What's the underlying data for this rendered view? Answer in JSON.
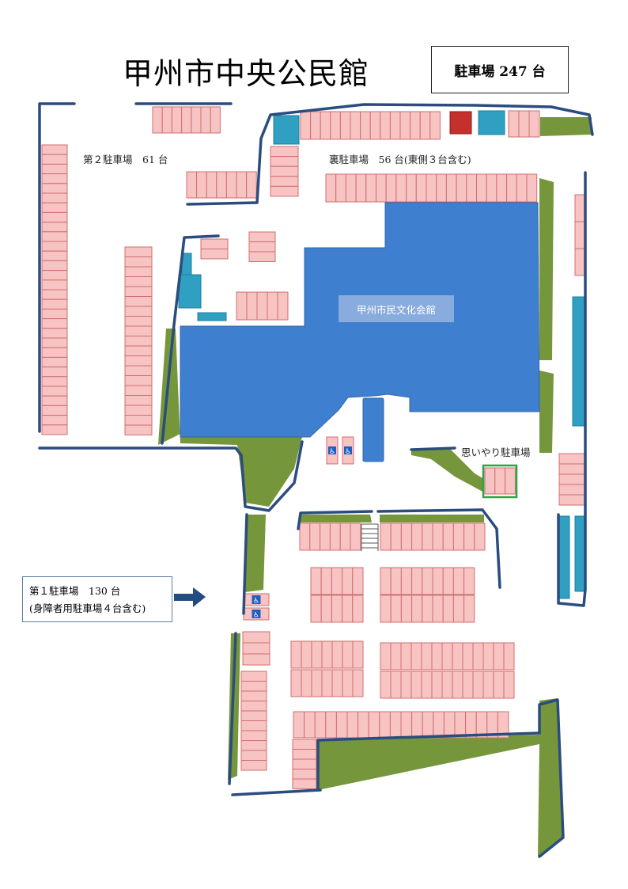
{
  "title": "甲州市中央公民館",
  "total_parking": "駐車場 247 台",
  "hall": {
    "label": "甲州市民文化会館"
  },
  "lots": {
    "lot2": "第２駐車場　61 台",
    "back": "裏駐車場　56 台(東側３台含む)",
    "omoiyari": "思いやり駐車場"
  },
  "lot1_box": {
    "line1": "第１駐車場　130 台",
    "line2": "(身障者用駐車場４台含む)"
  },
  "accessible_symbol": "♿",
  "colors": {
    "building": "#3f7fd0",
    "parking_fill": "#f7c3c3",
    "parking_stroke": "#d06f6f",
    "green": "#76963c",
    "teal": "#2fa0c1",
    "red_box": "#c4302b",
    "wall": "#2b4c7e",
    "arrow": "#234d80"
  }
}
